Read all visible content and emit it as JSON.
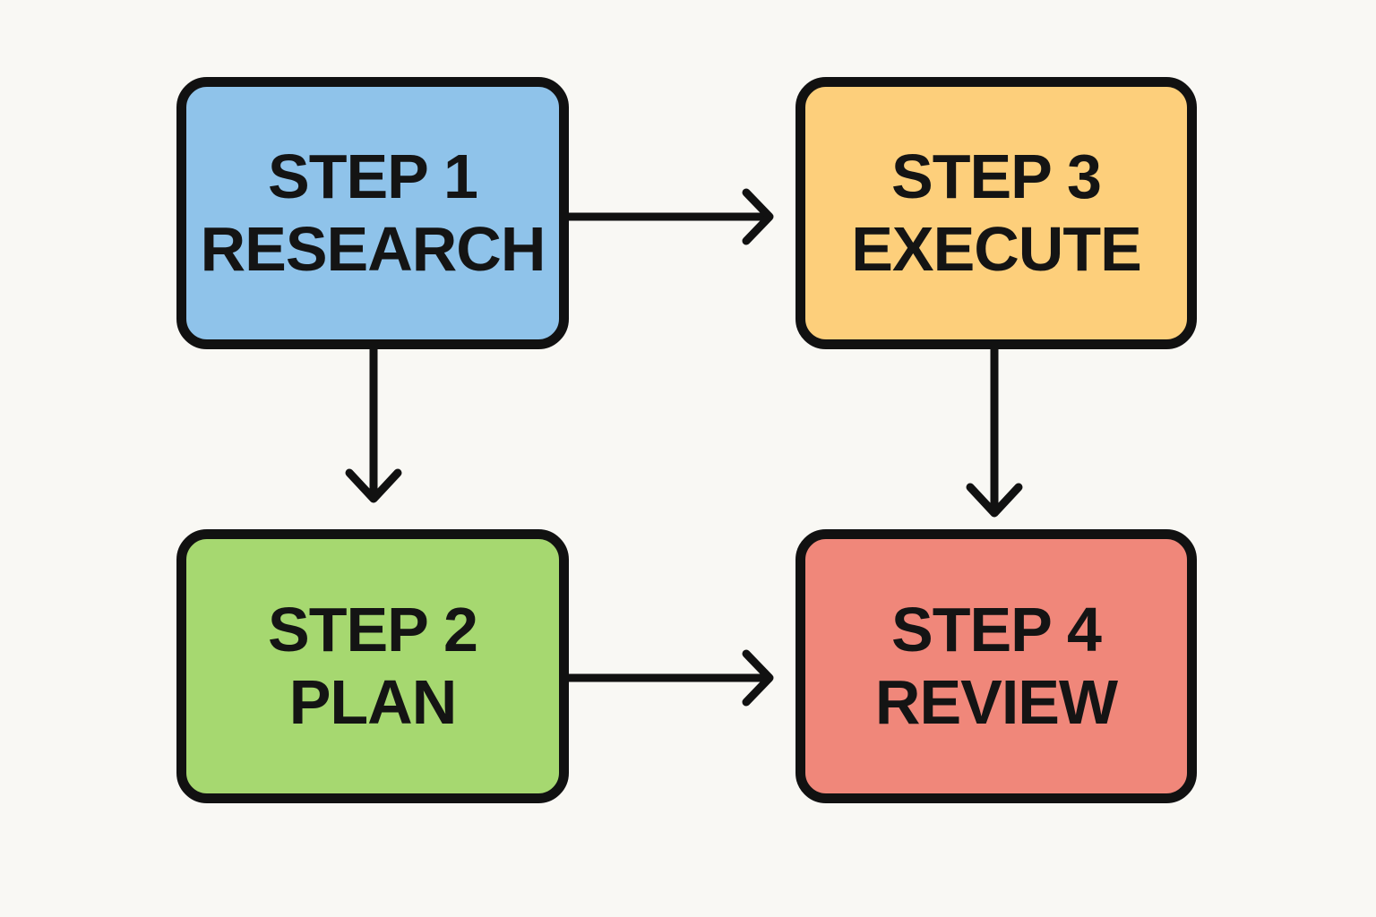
{
  "steps": [
    {
      "id": "step-1",
      "line1": "STEP 1",
      "line2": "RESEARCH",
      "color": "#8fc3ea"
    },
    {
      "id": "step-2",
      "line1": "STEP 2",
      "line2": "PLAN",
      "color": "#a6d870"
    },
    {
      "id": "step-3",
      "line1": "STEP 3",
      "line2": "EXECUTE",
      "color": "#fdcf7b"
    },
    {
      "id": "step-4",
      "line1": "STEP 4",
      "line2": "REVIEW",
      "color": "#f0877a"
    }
  ],
  "connections": [
    {
      "from": "step-1",
      "to": "step-3"
    },
    {
      "from": "step-1",
      "to": "step-2"
    },
    {
      "from": "step-3",
      "to": "step-4"
    },
    {
      "from": "step-2",
      "to": "step-4"
    }
  ],
  "colors": {
    "background": "#f9f8f4",
    "outline": "#111111",
    "text": "#141414"
  }
}
